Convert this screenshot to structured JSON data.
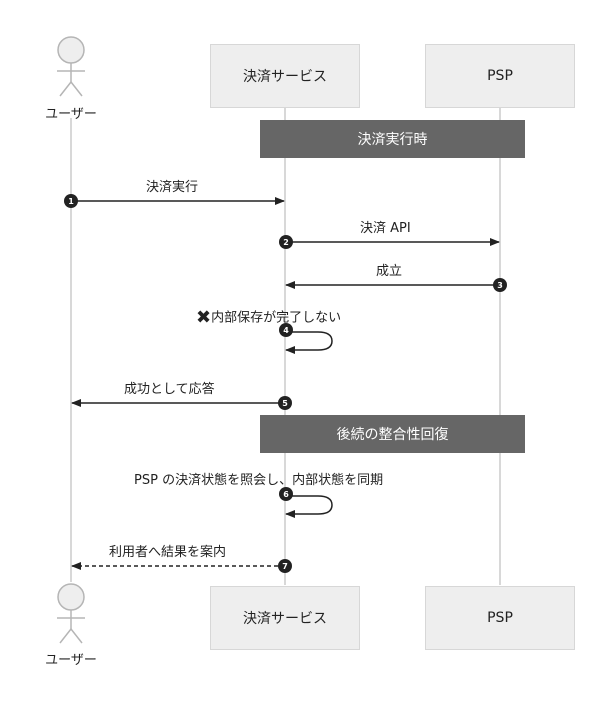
{
  "participants": {
    "user": "ユーザー",
    "payment_service": "決済サービス",
    "psp": "PSP"
  },
  "notes": {
    "execution": "決済実行時",
    "recovery": "後続の整合性回復"
  },
  "messages": [
    {
      "number": "1",
      "label": "決済実行"
    },
    {
      "number": "2",
      "label": "決済 API"
    },
    {
      "number": "3",
      "label": "成立"
    },
    {
      "number": "4",
      "label": "内部保存が完了しない",
      "marker": "✖"
    },
    {
      "number": "5",
      "label": "成功として応答"
    },
    {
      "number": "6",
      "label": "PSP の決済状態を照会し、内部状態を同期"
    },
    {
      "number": "7",
      "label": "利用者へ結果を案内"
    }
  ],
  "colors": {
    "lifeline": "#d8d8d8",
    "participant_fill": "#eeeeee",
    "note_fill": "#666666",
    "arrow": "#222222"
  }
}
